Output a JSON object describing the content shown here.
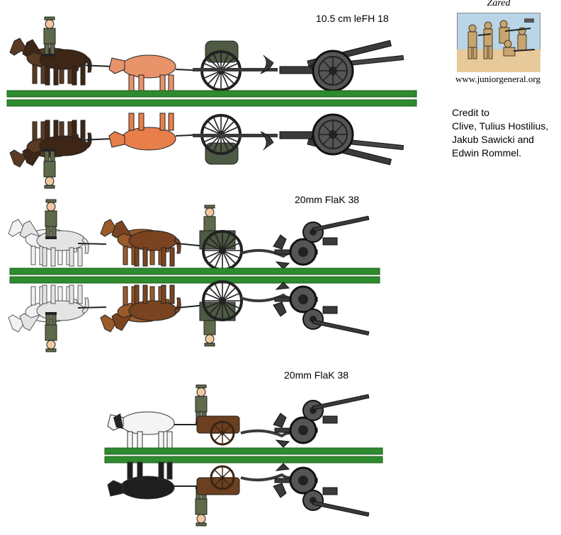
{
  "badge": {
    "author": "Zared",
    "url": "www.juniorgeneral.org"
  },
  "credit": {
    "lines": [
      "Credit to",
      "Clive, Tulius Hostilius,",
      "Jakub Sawicki and",
      "Edwin Rommel."
    ]
  },
  "sheets": [
    {
      "title": "10.5 cm leFH 18"
    },
    {
      "title": "20mm FlaK 38"
    },
    {
      "title": "20mm FlaK 38"
    }
  ],
  "colors": {
    "base_green": "#2e8b2e",
    "base_dark": "#1f5e1f",
    "gun_grey": "#3a3a3a",
    "horse_brown": "#5a3a22",
    "horse_chestnut": "#9a5a2a",
    "ox_tan": "#e8936a",
    "uniform": "#5f6a4a",
    "cart_brown": "#6b3f1f"
  }
}
